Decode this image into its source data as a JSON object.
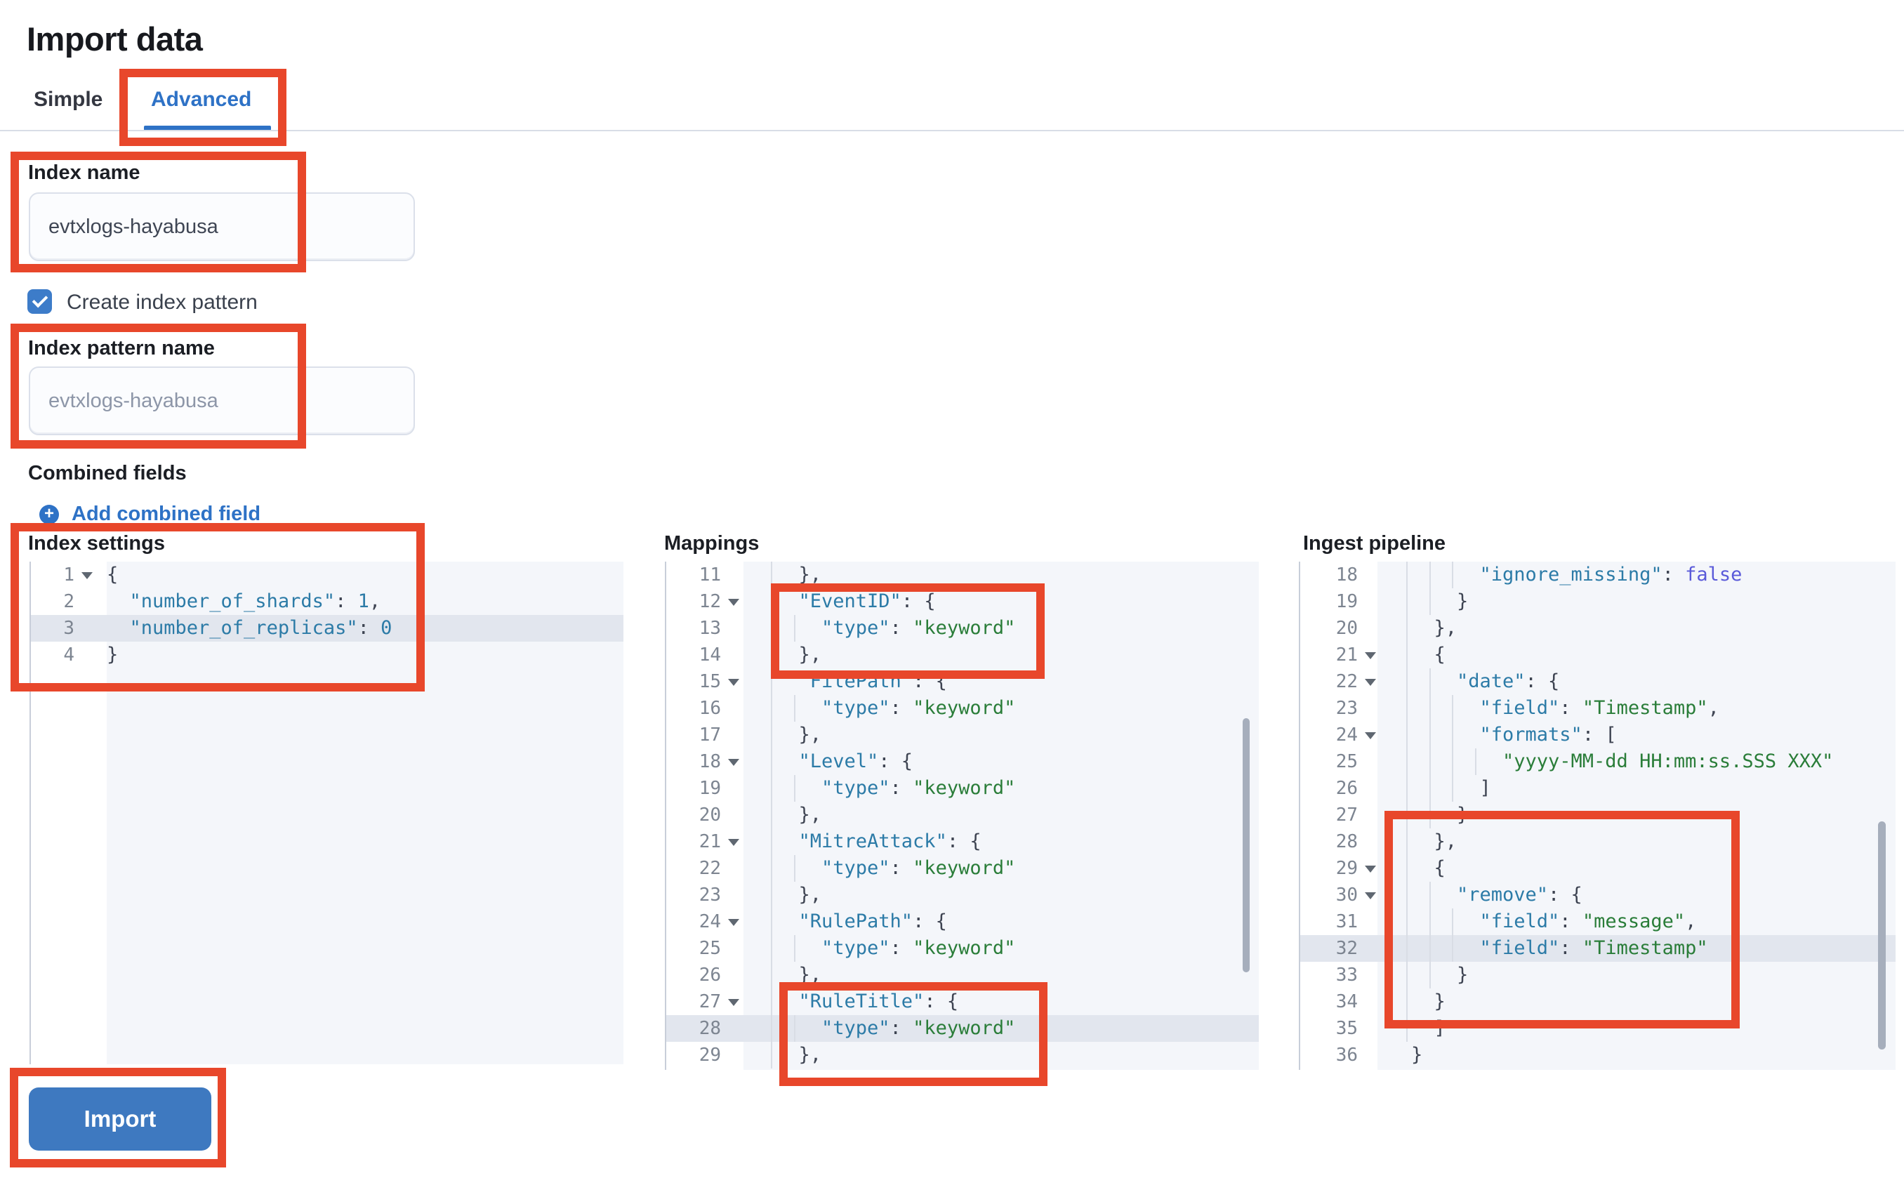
{
  "page": {
    "title": "Import data"
  },
  "tabs": [
    {
      "label": "Simple",
      "active": false
    },
    {
      "label": "Advanced",
      "active": true
    }
  ],
  "form": {
    "index_name": {
      "label": "Index name",
      "value": "evtxlogs-hayabusa"
    },
    "create_index_pattern": {
      "label": "Create index pattern",
      "checked": true
    },
    "index_pattern_name": {
      "label": "Index pattern name",
      "placeholder": "evtxlogs-hayabusa"
    },
    "combined_fields": {
      "label": "Combined fields",
      "add_label": "Add combined field"
    }
  },
  "import_button": {
    "label": "Import"
  },
  "colors": {
    "accent": "#2e72c6",
    "checkbox": "#3d7cc9",
    "button": "#3e79c0",
    "annotation": "#e8472b",
    "syn-key": "#2c7ba7",
    "syn-str": "#2a7d39",
    "syn-num": "#2c7ba7",
    "syn-bool": "#5a5ad9"
  },
  "editors": [
    {
      "label": "Index settings",
      "lines": [
        {
          "n": 1,
          "fold": true,
          "ind": 0,
          "hl": false,
          "tokens": [
            [
              "pun",
              "{"
            ]
          ]
        },
        {
          "n": 2,
          "fold": false,
          "ind": 2,
          "hl": false,
          "tokens": [
            [
              "key",
              "\"number_of_shards\""
            ],
            [
              "pun",
              ": "
            ],
            [
              "num",
              "1"
            ],
            [
              "pun",
              ","
            ]
          ]
        },
        {
          "n": 3,
          "fold": false,
          "ind": 2,
          "hl": true,
          "tokens": [
            [
              "key",
              "\"number_of_replicas\""
            ],
            [
              "pun",
              ": "
            ],
            [
              "num",
              "0"
            ]
          ]
        },
        {
          "n": 4,
          "fold": false,
          "ind": 0,
          "hl": false,
          "tokens": [
            [
              "pun",
              "}"
            ]
          ]
        }
      ]
    },
    {
      "label": "Mappings",
      "lines": [
        {
          "n": 11,
          "fold": false,
          "ind": 2,
          "hl": false,
          "tokens": [
            [
              "pun",
              "},"
            ]
          ]
        },
        {
          "n": 12,
          "fold": true,
          "ind": 2,
          "hl": false,
          "tokens": [
            [
              "key",
              "\"EventID\""
            ],
            [
              "pun",
              ": {"
            ]
          ]
        },
        {
          "n": 13,
          "fold": false,
          "ind": 4,
          "hl": false,
          "tokens": [
            [
              "key",
              "\"type\""
            ],
            [
              "pun",
              ": "
            ],
            [
              "str",
              "\"keyword\""
            ]
          ]
        },
        {
          "n": 14,
          "fold": false,
          "ind": 2,
          "hl": false,
          "tokens": [
            [
              "pun",
              "},"
            ]
          ]
        },
        {
          "n": 15,
          "fold": true,
          "ind": 2,
          "hl": false,
          "tokens": [
            [
              "key",
              "\"FilePath\""
            ],
            [
              "pun",
              ": {"
            ]
          ]
        },
        {
          "n": 16,
          "fold": false,
          "ind": 4,
          "hl": false,
          "tokens": [
            [
              "key",
              "\"type\""
            ],
            [
              "pun",
              ": "
            ],
            [
              "str",
              "\"keyword\""
            ]
          ]
        },
        {
          "n": 17,
          "fold": false,
          "ind": 2,
          "hl": false,
          "tokens": [
            [
              "pun",
              "},"
            ]
          ]
        },
        {
          "n": 18,
          "fold": true,
          "ind": 2,
          "hl": false,
          "tokens": [
            [
              "key",
              "\"Level\""
            ],
            [
              "pun",
              ": {"
            ]
          ]
        },
        {
          "n": 19,
          "fold": false,
          "ind": 4,
          "hl": false,
          "tokens": [
            [
              "key",
              "\"type\""
            ],
            [
              "pun",
              ": "
            ],
            [
              "str",
              "\"keyword\""
            ]
          ]
        },
        {
          "n": 20,
          "fold": false,
          "ind": 2,
          "hl": false,
          "tokens": [
            [
              "pun",
              "},"
            ]
          ]
        },
        {
          "n": 21,
          "fold": true,
          "ind": 2,
          "hl": false,
          "tokens": [
            [
              "key",
              "\"MitreAttack\""
            ],
            [
              "pun",
              ": {"
            ]
          ]
        },
        {
          "n": 22,
          "fold": false,
          "ind": 4,
          "hl": false,
          "tokens": [
            [
              "key",
              "\"type\""
            ],
            [
              "pun",
              ": "
            ],
            [
              "str",
              "\"keyword\""
            ]
          ]
        },
        {
          "n": 23,
          "fold": false,
          "ind": 2,
          "hl": false,
          "tokens": [
            [
              "pun",
              "},"
            ]
          ]
        },
        {
          "n": 24,
          "fold": true,
          "ind": 2,
          "hl": false,
          "tokens": [
            [
              "key",
              "\"RulePath\""
            ],
            [
              "pun",
              ": {"
            ]
          ]
        },
        {
          "n": 25,
          "fold": false,
          "ind": 4,
          "hl": false,
          "tokens": [
            [
              "key",
              "\"type\""
            ],
            [
              "pun",
              ": "
            ],
            [
              "str",
              "\"keyword\""
            ]
          ]
        },
        {
          "n": 26,
          "fold": false,
          "ind": 2,
          "hl": false,
          "tokens": [
            [
              "pun",
              "},"
            ]
          ]
        },
        {
          "n": 27,
          "fold": true,
          "ind": 2,
          "hl": false,
          "tokens": [
            [
              "key",
              "\"RuleTitle\""
            ],
            [
              "pun",
              ": {"
            ]
          ]
        },
        {
          "n": 28,
          "fold": false,
          "ind": 4,
          "hl": true,
          "tokens": [
            [
              "key",
              "\"type\""
            ],
            [
              "pun",
              ": "
            ],
            [
              "str",
              "\"keyword\""
            ]
          ]
        },
        {
          "n": 29,
          "fold": false,
          "ind": 2,
          "hl": false,
          "tokens": [
            [
              "pun",
              "},"
            ]
          ]
        }
      ]
    },
    {
      "label": "Ingest pipeline",
      "lines": [
        {
          "n": 18,
          "fold": false,
          "ind": 6,
          "hl": false,
          "tokens": [
            [
              "key",
              "\"ignore_missing\""
            ],
            [
              "pun",
              ": "
            ],
            [
              "bool",
              "false"
            ]
          ]
        },
        {
          "n": 19,
          "fold": false,
          "ind": 4,
          "hl": false,
          "tokens": [
            [
              "pun",
              "}"
            ]
          ]
        },
        {
          "n": 20,
          "fold": false,
          "ind": 2,
          "hl": false,
          "tokens": [
            [
              "pun",
              "},"
            ]
          ]
        },
        {
          "n": 21,
          "fold": true,
          "ind": 2,
          "hl": false,
          "tokens": [
            [
              "pun",
              "{"
            ]
          ]
        },
        {
          "n": 22,
          "fold": true,
          "ind": 4,
          "hl": false,
          "tokens": [
            [
              "key",
              "\"date\""
            ],
            [
              "pun",
              ": {"
            ]
          ]
        },
        {
          "n": 23,
          "fold": false,
          "ind": 6,
          "hl": false,
          "tokens": [
            [
              "key",
              "\"field\""
            ],
            [
              "pun",
              ": "
            ],
            [
              "str",
              "\"Timestamp\""
            ],
            [
              "pun",
              ","
            ]
          ]
        },
        {
          "n": 24,
          "fold": true,
          "ind": 6,
          "hl": false,
          "tokens": [
            [
              "key",
              "\"formats\""
            ],
            [
              "pun",
              ": ["
            ]
          ]
        },
        {
          "n": 25,
          "fold": false,
          "ind": 8,
          "hl": false,
          "tokens": [
            [
              "str",
              "\"yyyy-MM-dd HH:mm:ss.SSS XXX\""
            ]
          ]
        },
        {
          "n": 26,
          "fold": false,
          "ind": 6,
          "hl": false,
          "tokens": [
            [
              "pun",
              "]"
            ]
          ]
        },
        {
          "n": 27,
          "fold": false,
          "ind": 4,
          "hl": false,
          "tokens": [
            [
              "pun",
              "}"
            ]
          ]
        },
        {
          "n": 28,
          "fold": false,
          "ind": 2,
          "hl": false,
          "tokens": [
            [
              "pun",
              "},"
            ]
          ]
        },
        {
          "n": 29,
          "fold": true,
          "ind": 2,
          "hl": false,
          "tokens": [
            [
              "pun",
              "{"
            ]
          ]
        },
        {
          "n": 30,
          "fold": true,
          "ind": 4,
          "hl": false,
          "tokens": [
            [
              "key",
              "\"remove\""
            ],
            [
              "pun",
              ": {"
            ]
          ]
        },
        {
          "n": 31,
          "fold": false,
          "ind": 6,
          "hl": false,
          "tokens": [
            [
              "key",
              "\"field\""
            ],
            [
              "pun",
              ": "
            ],
            [
              "str",
              "\"message\""
            ],
            [
              "pun",
              ","
            ]
          ]
        },
        {
          "n": 32,
          "fold": false,
          "ind": 6,
          "hl": true,
          "tokens": [
            [
              "key",
              "\"field\""
            ],
            [
              "pun",
              ": "
            ],
            [
              "str",
              "\"Timestamp\""
            ]
          ]
        },
        {
          "n": 33,
          "fold": false,
          "ind": 4,
          "hl": false,
          "tokens": [
            [
              "pun",
              "}"
            ]
          ]
        },
        {
          "n": 34,
          "fold": false,
          "ind": 2,
          "hl": false,
          "tokens": [
            [
              "pun",
              "}"
            ]
          ]
        },
        {
          "n": 35,
          "fold": false,
          "ind": 2,
          "hl": false,
          "tokens": [
            [
              "pun",
              "]"
            ]
          ]
        },
        {
          "n": 36,
          "fold": false,
          "ind": 0,
          "hl": false,
          "tokens": [
            [
              "pun",
              "}"
            ]
          ]
        }
      ]
    }
  ]
}
